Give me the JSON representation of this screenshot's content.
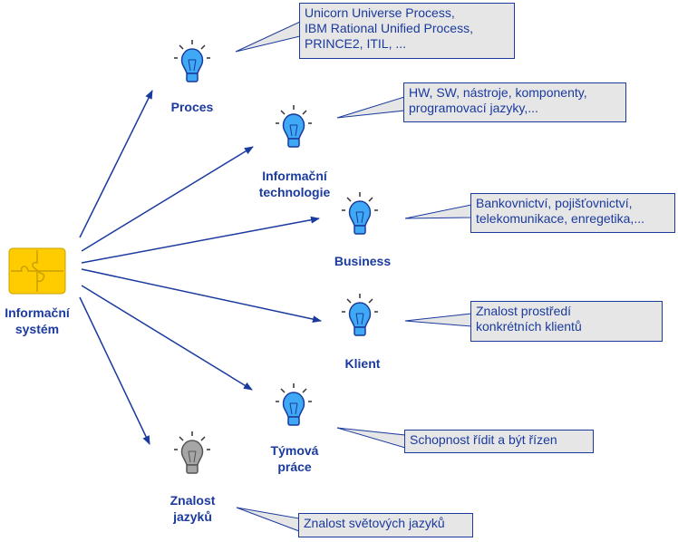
{
  "colors": {
    "line": "#1a3a9e",
    "bulb": "#3fa9f5",
    "bulb_gray": "#a6a6a6",
    "puzzle": "#ffcc00",
    "note_bg": "#e6e6e6"
  },
  "center": {
    "icon": "puzzle-icon",
    "label_line1": "Informační",
    "label_line2": "systém"
  },
  "nodes": [
    {
      "id": "proces",
      "label_line1": "Proces",
      "label_line2": "",
      "icon": "lightbulb-icon",
      "state": "active",
      "note_lines": [
        "Unicorn Universe Process,",
        "IBM Rational Unified Process,",
        "PRINCE2, ITIL, ..."
      ]
    },
    {
      "id": "it",
      "label_line1": "Informační",
      "label_line2": "technologie",
      "icon": "lightbulb-icon",
      "state": "active",
      "note_lines": [
        "HW, SW, nástroje, komponenty,",
        "programovací jazyky,..."
      ]
    },
    {
      "id": "business",
      "label_line1": "Business",
      "label_line2": "",
      "icon": "lightbulb-icon",
      "state": "active",
      "note_lines": [
        "Bankovnictví, pojišťovnictví,",
        "telekomunikace, enregetika,..."
      ]
    },
    {
      "id": "klient",
      "label_line1": "Klient",
      "label_line2": "",
      "icon": "lightbulb-icon",
      "state": "active",
      "note_lines": [
        "Znalost prostředí",
        "konkrétních klientů"
      ]
    },
    {
      "id": "tym",
      "label_line1": "Týmová",
      "label_line2": "práce",
      "icon": "lightbulb-icon",
      "state": "active",
      "note_lines": [
        "Schopnost řídit a být řízen"
      ]
    },
    {
      "id": "jazyky",
      "label_line1": "Znalost",
      "label_line2": "jazyků",
      "icon": "lightbulb-icon",
      "state": "inactive",
      "note_lines": [
        "Znalost světových jazyků"
      ]
    }
  ]
}
